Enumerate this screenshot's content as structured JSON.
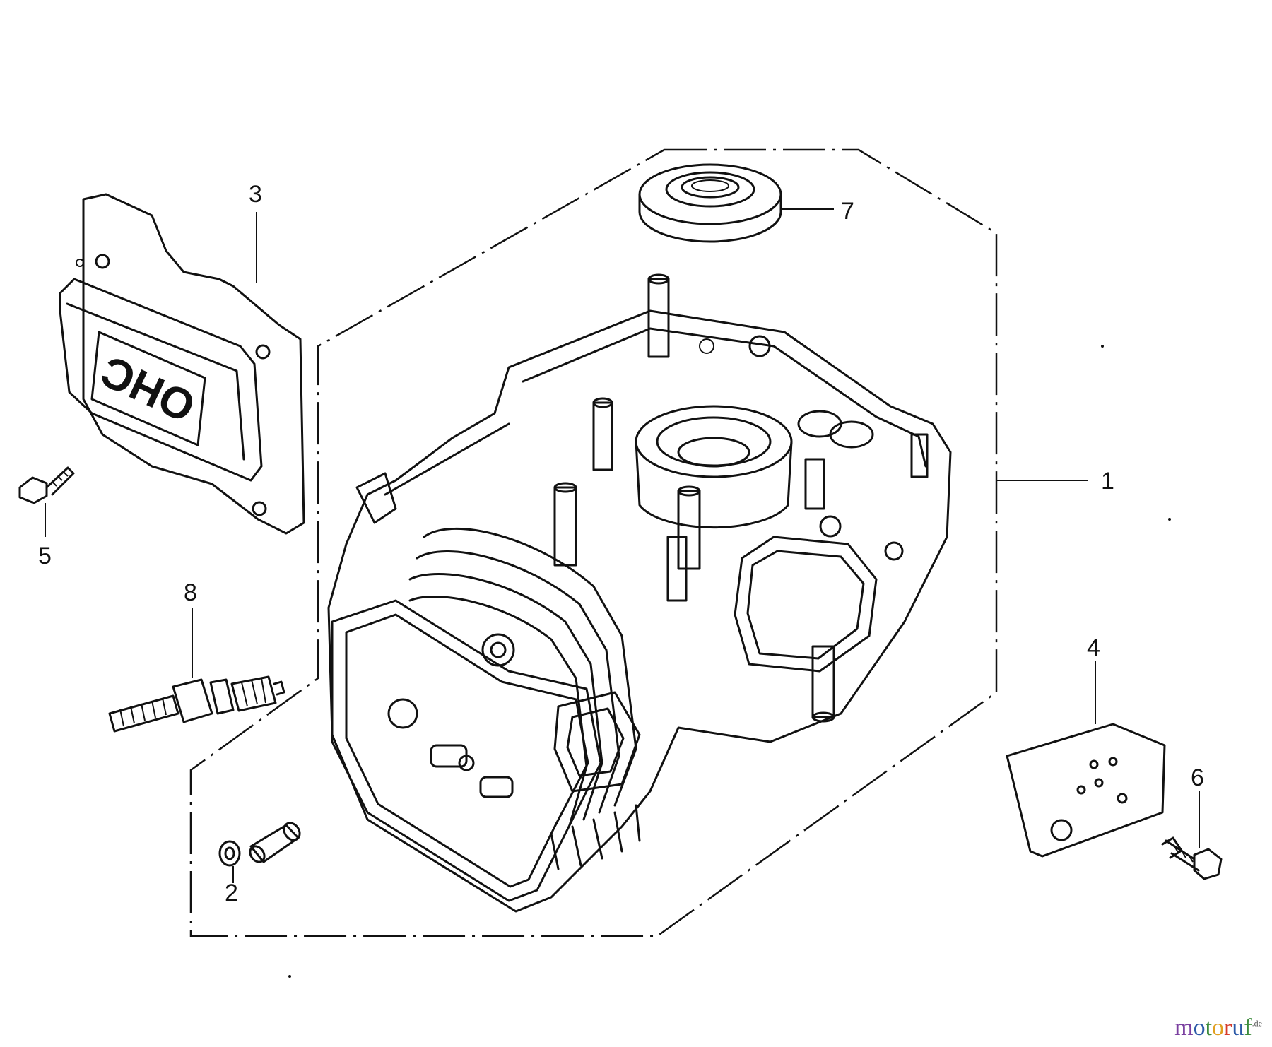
{
  "diagram": {
    "callouts": [
      "1",
      "2",
      "3",
      "4",
      "5",
      "6",
      "7",
      "8"
    ],
    "cover_logo_text": "OHC"
  },
  "watermark": {
    "letters": [
      {
        "ch": "m",
        "color": "#7a3fa0"
      },
      {
        "ch": "o",
        "color": "#2c5aa8"
      },
      {
        "ch": "t",
        "color": "#3c8c3c"
      },
      {
        "ch": "o",
        "color": "#e0a020"
      },
      {
        "ch": "r",
        "color": "#d63b2a"
      },
      {
        "ch": "u",
        "color": "#2c5aa8"
      },
      {
        "ch": "f",
        "color": "#3c8c3c"
      }
    ],
    "suffix": ".de"
  }
}
